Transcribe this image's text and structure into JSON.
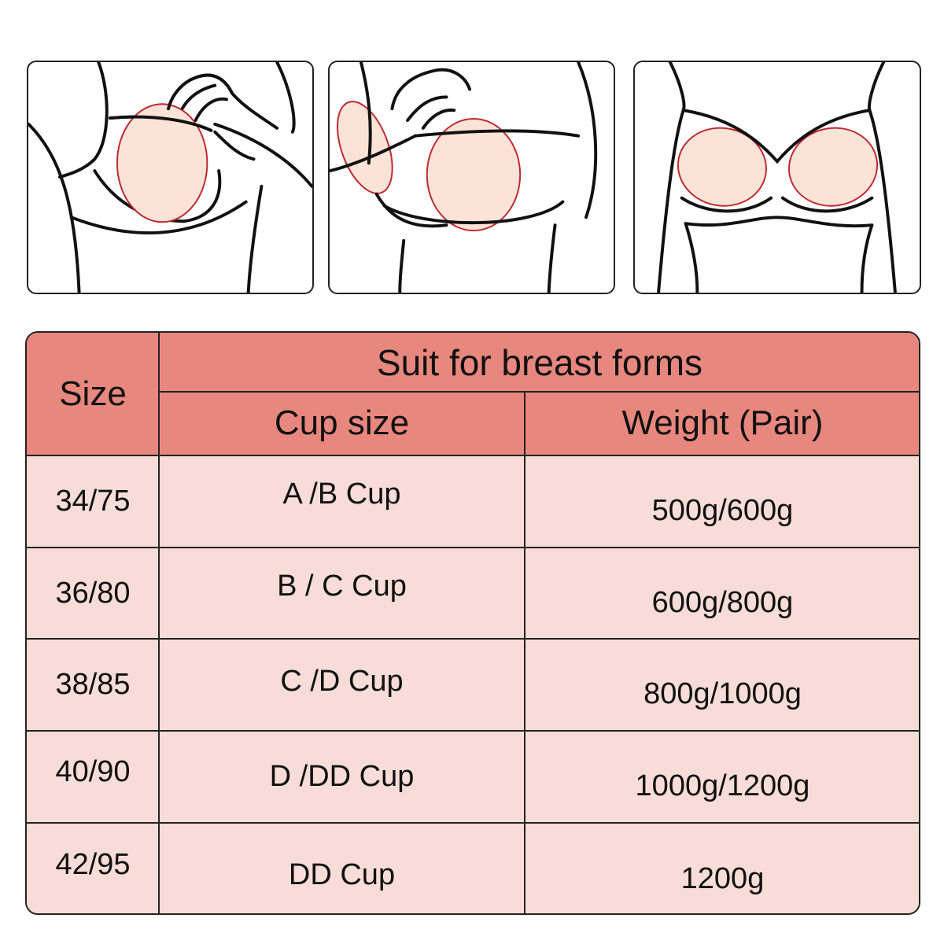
{
  "illustrations": [
    {
      "name": "step-1-insert-left-form",
      "description": "Hand inserting breast form into left bra cup"
    },
    {
      "name": "step-2-insert-right-form",
      "description": "Hand inserting breast form into right bra cup"
    },
    {
      "name": "step-3-both-forms-in-place",
      "description": "Bra with both breast forms fitted"
    }
  ],
  "colors": {
    "header_bg": "#e8877e",
    "body_bg": "#f7dcd8",
    "form_fill": "#fbe3d8",
    "form_outline": "#c0282e",
    "line": "#222222"
  },
  "table": {
    "size_header": "Size",
    "group_header": "Suit for breast forms",
    "columns": [
      "Cup size",
      "Weight (Pair)"
    ],
    "rows": [
      {
        "size": "34/75",
        "cup": "A /B Cup",
        "weight": "500g/600g"
      },
      {
        "size": "36/80",
        "cup": "B / C Cup",
        "weight": "600g/800g"
      },
      {
        "size": "38/85",
        "cup": "C /D Cup",
        "weight": "800g/1000g"
      },
      {
        "size": "40/90",
        "cup": "D /DD Cup",
        "weight": "1000g/1200g"
      },
      {
        "size": "42/95",
        "cup": "DD Cup",
        "weight": "1200g"
      }
    ]
  }
}
